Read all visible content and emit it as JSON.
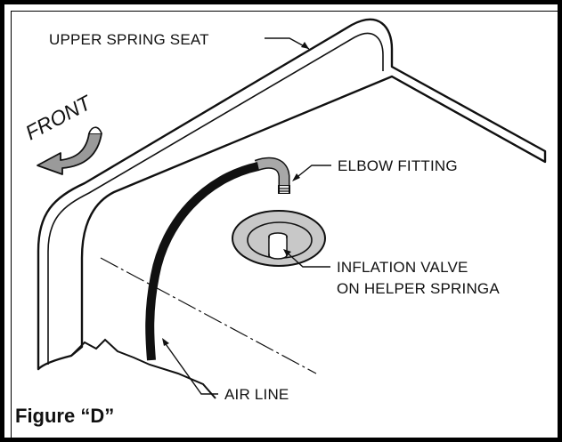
{
  "labels": {
    "upper_spring_seat": "UPPER SPRING SEAT",
    "elbow_fitting": "ELBOW FITTING",
    "inflation_valve_line1": "INFLATION VALVE",
    "inflation_valve_line2": "ON HELPER SPRINGA",
    "air_line": "AIR LINE",
    "front": "FRONT"
  },
  "caption": "Figure “D”"
}
